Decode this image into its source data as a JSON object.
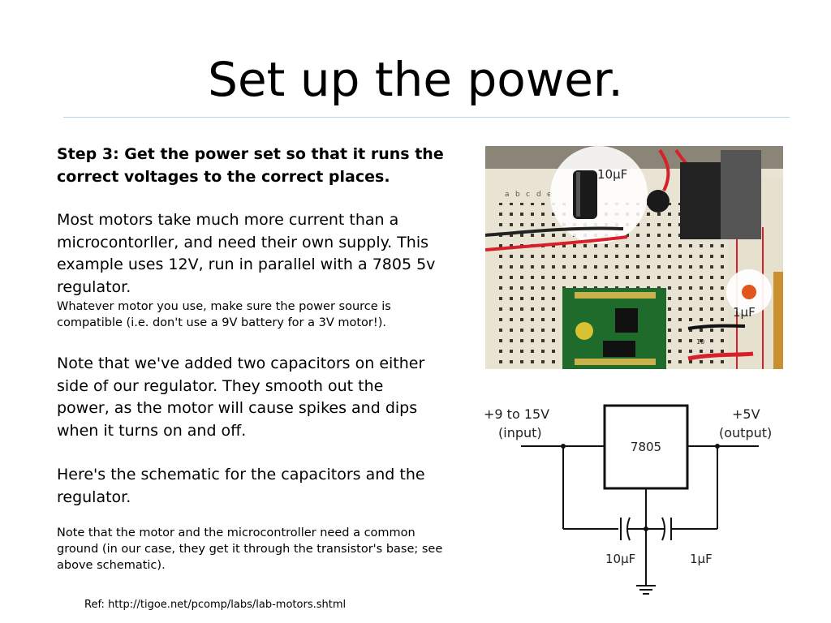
{
  "slide": {
    "title": "Set up the power.",
    "step_heading_line1": "Step 3: Get the power set so that it runs the",
    "step_heading_line2": "correct voltages to the correct places.",
    "para1_line1": "Most motors take much more current than a",
    "para1_line2": "microcontorller, and need their own supply. This",
    "para1_line3": "example uses 12V, run in parallel with a 7805 5v",
    "para1_line4": "regulator.",
    "note1_line1": "Whatever motor you use, make sure the power source is",
    "note1_line2": "compatible (i.e. don't use a 9V battery for a 3V motor!).",
    "para2_line1": "Note that we've added two capacitors on either",
    "para2_line2": "side of our regulator. They smooth out the",
    "para2_line3": "power, as the motor will cause spikes and dips",
    "para2_line4": "when it turns on and off.",
    "para3_line1": "Here's the schematic for the capacitors and the",
    "para3_line2": "regulator.",
    "note2_line1": "Note that the motor and the microcontroller need a common",
    "note2_line2": "ground (in our case, they get it through the transistor's base; see",
    "note2_line3": "above schematic).",
    "ref": "Ref: http://tigoe.net/pcomp/labs/lab-motors.shtml"
  },
  "photo": {
    "label_cap_large": "10µF",
    "label_cap_small": "1µF",
    "breadboard_letters": [
      "a",
      "b",
      "c",
      "d",
      "e"
    ],
    "row_number": "10"
  },
  "schematic": {
    "input_label_line1": "+9 to 15V",
    "input_label_line2": "(input)",
    "output_label_line1": "+5V",
    "output_label_line2": "(output)",
    "regulator_label": "7805",
    "cap1_label": "10µF",
    "cap2_label": "1µF"
  },
  "colors": {
    "rule": "#b9d4e6",
    "breadboard": "#e9e3d3",
    "pcb_green": "#1f6b2c",
    "wire_red": "#d8202a",
    "led_orange": "#e0561e"
  }
}
